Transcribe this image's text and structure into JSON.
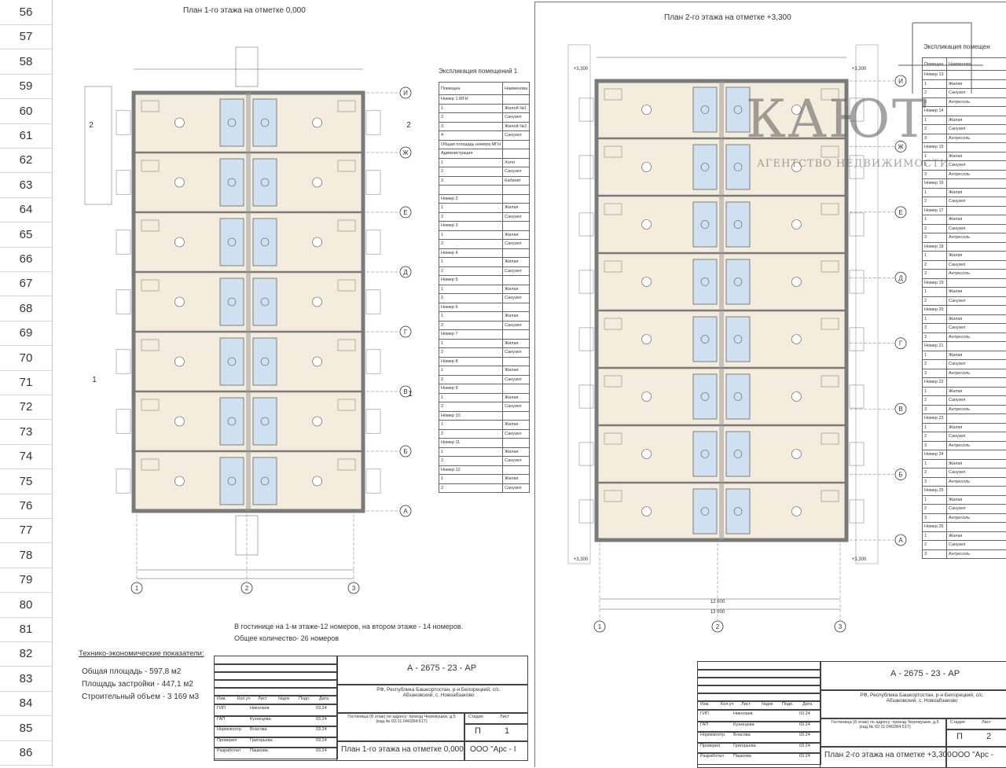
{
  "row_numbers": [
    "56",
    "57",
    "58",
    "59",
    "60",
    "61",
    "62",
    "63",
    "64",
    "65",
    "66",
    "67",
    "68",
    "69",
    "70",
    "71",
    "72",
    "73",
    "74",
    "75",
    "76",
    "77",
    "78",
    "79",
    "80",
    "81",
    "82",
    "83",
    "84",
    "85",
    "86"
  ],
  "sheet1": {
    "title": "План 1-го этажа на отметке 0,000",
    "note_line1": "В гостинице на 1-м этаже-12 номеров, на втором этаже - 14 номеров.",
    "note_line2": "Общее количество- 26 номеров",
    "tep_title": "Технико-экономические показатели:",
    "tep": [
      "Общая площадь  - 597,8 м2",
      "Площадь застройки - 447,1 м2",
      "Строительный объем - 3 169 м3"
    ],
    "expl_title": "Экспликация помещений 1",
    "expl_head": [
      "Помещен",
      "Наименова"
    ],
    "expl_rows": [
      [
        "Номер 1 МГН",
        ""
      ],
      [
        "1",
        "Жилой №1"
      ],
      [
        "2",
        "Санузел"
      ],
      [
        "3",
        "Жилой №2"
      ],
      [
        "4",
        "Санузел"
      ],
      [
        "Общая площадь номера МГН",
        ""
      ],
      [
        "Администрация",
        ""
      ],
      [
        "1",
        "Холл"
      ],
      [
        "2",
        "Санузел"
      ],
      [
        "3",
        "Кабинет"
      ],
      [
        "",
        ""
      ],
      [
        "Номер 2",
        ""
      ],
      [
        "1",
        "Жилая"
      ],
      [
        "2",
        "Санузел"
      ],
      [
        "Номер 3",
        ""
      ],
      [
        "1",
        "Жилая"
      ],
      [
        "2",
        "Санузел"
      ],
      [
        "Номер 4",
        ""
      ],
      [
        "1",
        "Жилая"
      ],
      [
        "2",
        "Санузел"
      ],
      [
        "Номер 5",
        ""
      ],
      [
        "1",
        "Жилая"
      ],
      [
        "2",
        "Санузел"
      ],
      [
        "Номер 6",
        ""
      ],
      [
        "1",
        "Жилая"
      ],
      [
        "2",
        "Санузел"
      ],
      [
        "Номер 7",
        ""
      ],
      [
        "1",
        "Жилая"
      ],
      [
        "2",
        "Санузел"
      ],
      [
        "Номер 8",
        ""
      ],
      [
        "1",
        "Жилая"
      ],
      [
        "2",
        "Санузел"
      ],
      [
        "Номер 9",
        ""
      ],
      [
        "1",
        "Жилая"
      ],
      [
        "2",
        "Санузел"
      ],
      [
        "Номер 10",
        ""
      ],
      [
        "1",
        "Жилая"
      ],
      [
        "2",
        "Санузел"
      ],
      [
        "Номер 11",
        ""
      ],
      [
        "1",
        "Жилая"
      ],
      [
        "2",
        "Санузел"
      ],
      [
        "Номер 12",
        ""
      ],
      [
        "1",
        "Жилая"
      ],
      [
        "2",
        "Санузел"
      ]
    ],
    "axes_rows": [
      "И",
      "Ж",
      "Е",
      "Д",
      "Г",
      "В",
      "Б",
      "А"
    ],
    "axes_cols": [
      "1",
      "2",
      "3"
    ],
    "section_marks": [
      "2",
      "2",
      "1",
      "1"
    ],
    "stamp": {
      "code": "А - 2675 - 23 - АР",
      "address": "РФ, Республика Башкортостан, р-н Белорецкий, с/с. Абзаковский, с. Новоабзаково",
      "object": "Гостиница (8 этаж) по адресу: проезд Черемушки, д.5 (кад.№ 02:11:040284:517)",
      "sheet_title": "План 1-го этажа на отметке 0,000",
      "company": "ООО \"Арс - I",
      "stage_label": "Стадия",
      "sheet_label": "Лист",
      "stage": "П",
      "sheet": "1",
      "header_cols": [
        "Изм.",
        "Кол.уч",
        "Лист",
        "№док",
        "Подп.",
        "Дата"
      ],
      "roles": [
        [
          "ГИП",
          "Николаев",
          "03.24"
        ],
        [
          "ГАП",
          "Кузнецова",
          "03.24"
        ],
        [
          "Нормоконтр.",
          "Власова",
          "03.24"
        ],
        [
          "Проверил",
          "Григорьева",
          "03.24"
        ],
        [
          "Разработал",
          "Пашкова",
          "03.24"
        ]
      ]
    }
  },
  "sheet2": {
    "title": "План 2-го этажа на отметке +3,300",
    "expl_title": "Экспликация помещен",
    "expl_head": [
      "Помещен",
      "Наименова"
    ],
    "expl_rows": [
      [
        "Номер 13",
        ""
      ],
      [
        "1",
        "Жилая"
      ],
      [
        "2",
        "Санузел"
      ],
      [
        "3",
        "Антресоль"
      ],
      [
        "Номер 14",
        ""
      ],
      [
        "1",
        "Жилая"
      ],
      [
        "2",
        "Санузел"
      ],
      [
        "3",
        "Антресоль"
      ],
      [
        "Номер 15",
        ""
      ],
      [
        "1",
        "Жилая"
      ],
      [
        "2",
        "Санузел"
      ],
      [
        "3",
        "Антресоль"
      ],
      [
        "Номер 16",
        ""
      ],
      [
        "1",
        "Жилая"
      ],
      [
        "2",
        "Санузел"
      ],
      [
        "Номер 17",
        ""
      ],
      [
        "1",
        "Жилая"
      ],
      [
        "2",
        "Санузел"
      ],
      [
        "3",
        "Антресоль"
      ],
      [
        "Номер 18",
        ""
      ],
      [
        "1",
        "Жилая"
      ],
      [
        "2",
        "Санузел"
      ],
      [
        "3",
        "Антресоль"
      ],
      [
        "Номер 19",
        ""
      ],
      [
        "1",
        "Жилая"
      ],
      [
        "2",
        "Санузел"
      ],
      [
        "Номер 20",
        ""
      ],
      [
        "1",
        "Жилая"
      ],
      [
        "2",
        "Санузел"
      ],
      [
        "3",
        "Антресоль"
      ],
      [
        "Номер 21",
        ""
      ],
      [
        "1",
        "Жилая"
      ],
      [
        "2",
        "Санузел"
      ],
      [
        "3",
        "Антресоль"
      ],
      [
        "Номер 22",
        ""
      ],
      [
        "1",
        "Жилая"
      ],
      [
        "2",
        "Санузел"
      ],
      [
        "3",
        "Антресоль"
      ],
      [
        "Номер 23",
        ""
      ],
      [
        "1",
        "Жилая"
      ],
      [
        "2",
        "Санузел"
      ],
      [
        "3",
        "Антресоль"
      ],
      [
        "Номер 24",
        ""
      ],
      [
        "1",
        "Жилая"
      ],
      [
        "2",
        "Санузел"
      ],
      [
        "3",
        "Антресоль"
      ],
      [
        "Номер 25",
        ""
      ],
      [
        "1",
        "Жилая"
      ],
      [
        "2",
        "Санузел"
      ],
      [
        "3",
        "Антресоль"
      ],
      [
        "Номер 26",
        ""
      ],
      [
        "1",
        "Жилая"
      ],
      [
        "2",
        "Санузел"
      ],
      [
        "3",
        "Антресоль"
      ]
    ],
    "axes_rows": [
      "И",
      "Ж",
      "Е",
      "Д",
      "Г",
      "В",
      "Б",
      "А"
    ],
    "axes_cols": [
      "1",
      "2",
      "3"
    ],
    "levels": [
      "+3,300",
      "+3,300",
      "+3,300",
      "+3,300"
    ],
    "dims": [
      "12 000",
      "13 000"
    ],
    "stamp": {
      "code": "А - 2675 - 23 - АР",
      "address": "РФ, Республика Башкортостан, р-н Белорецкий, с/с. Абзаковский, с. Новоабзаково",
      "object": "Гостиница (8 этаж) по адресу: проезд Черемушки, д.5 (кад.№ 02:11:040284:517)",
      "sheet_title": "План 2-го этажа на отметке +3,300",
      "company": "ООО \"Арс -",
      "stage_label": "Стадия",
      "sheet_label": "Лист",
      "stage": "П",
      "sheet": "2",
      "header_cols": [
        "Изм.",
        "Кол.уч",
        "Лист",
        "№док",
        "Подп.",
        "Дата"
      ],
      "roles": [
        [
          "ГИП",
          "Николаев",
          "03.24"
        ],
        [
          "ГАП",
          "Кузнецова",
          "03.24"
        ],
        [
          "Нормоконтр.",
          "Власова",
          "03.24"
        ],
        [
          "Проверил",
          "Григорьева",
          "03.24"
        ],
        [
          "Разработал",
          "Пашкова",
          "03.24"
        ]
      ]
    }
  },
  "watermark": {
    "logo": "КАЮТ",
    "tagline": "АГЕНТСТВО НЕДВИЖИМОСТИ"
  },
  "colors": {
    "room_fill": "#f4ecdc",
    "bath_fill": "#cfe0f0",
    "wall": "#7a7a7a",
    "line": "#555555"
  }
}
